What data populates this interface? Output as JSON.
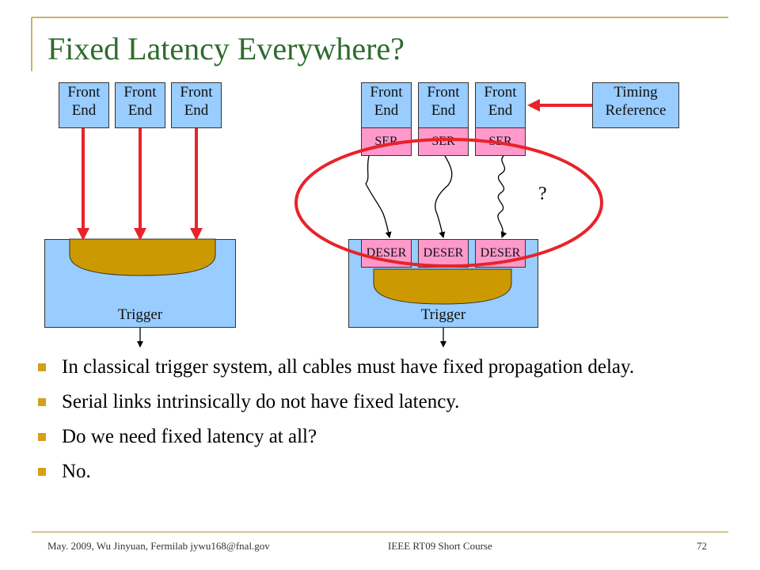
{
  "title": "Fixed Latency Everywhere?",
  "left_diagram": {
    "front_ends": [
      "Front\nEnd",
      "Front\nEnd",
      "Front\nEnd"
    ],
    "trigger_label": "Trigger"
  },
  "right_diagram": {
    "front_ends": [
      "Front\nEnd",
      "Front\nEnd",
      "Front\nEnd"
    ],
    "ser_labels": [
      "SER",
      "SER",
      "SER"
    ],
    "deser_labels": [
      "DESER",
      "DESER",
      "DESER"
    ],
    "timing_reference": "Timing\nReference",
    "question_mark": "?",
    "trigger_label": "Trigger"
  },
  "bullets": [
    "In classical trigger system, all cables must have fixed propagation delay.",
    "Serial links intrinsically do not have fixed latency.",
    "Do we need fixed latency at all?",
    "No."
  ],
  "footer": {
    "left": "May. 2009, Wu Jinyuan, Fermilab jywu168@fnal.gov",
    "center": "IEEE RT09 Short Course",
    "page_number": "72"
  },
  "colors": {
    "accent_gold": "#d4a017",
    "title_green": "#2e6b2e",
    "box_blue": "#99ccff",
    "ser_pink": "#ff99cc",
    "arrow_red": "#e8232a",
    "trigger_gold": "#cc9900"
  }
}
